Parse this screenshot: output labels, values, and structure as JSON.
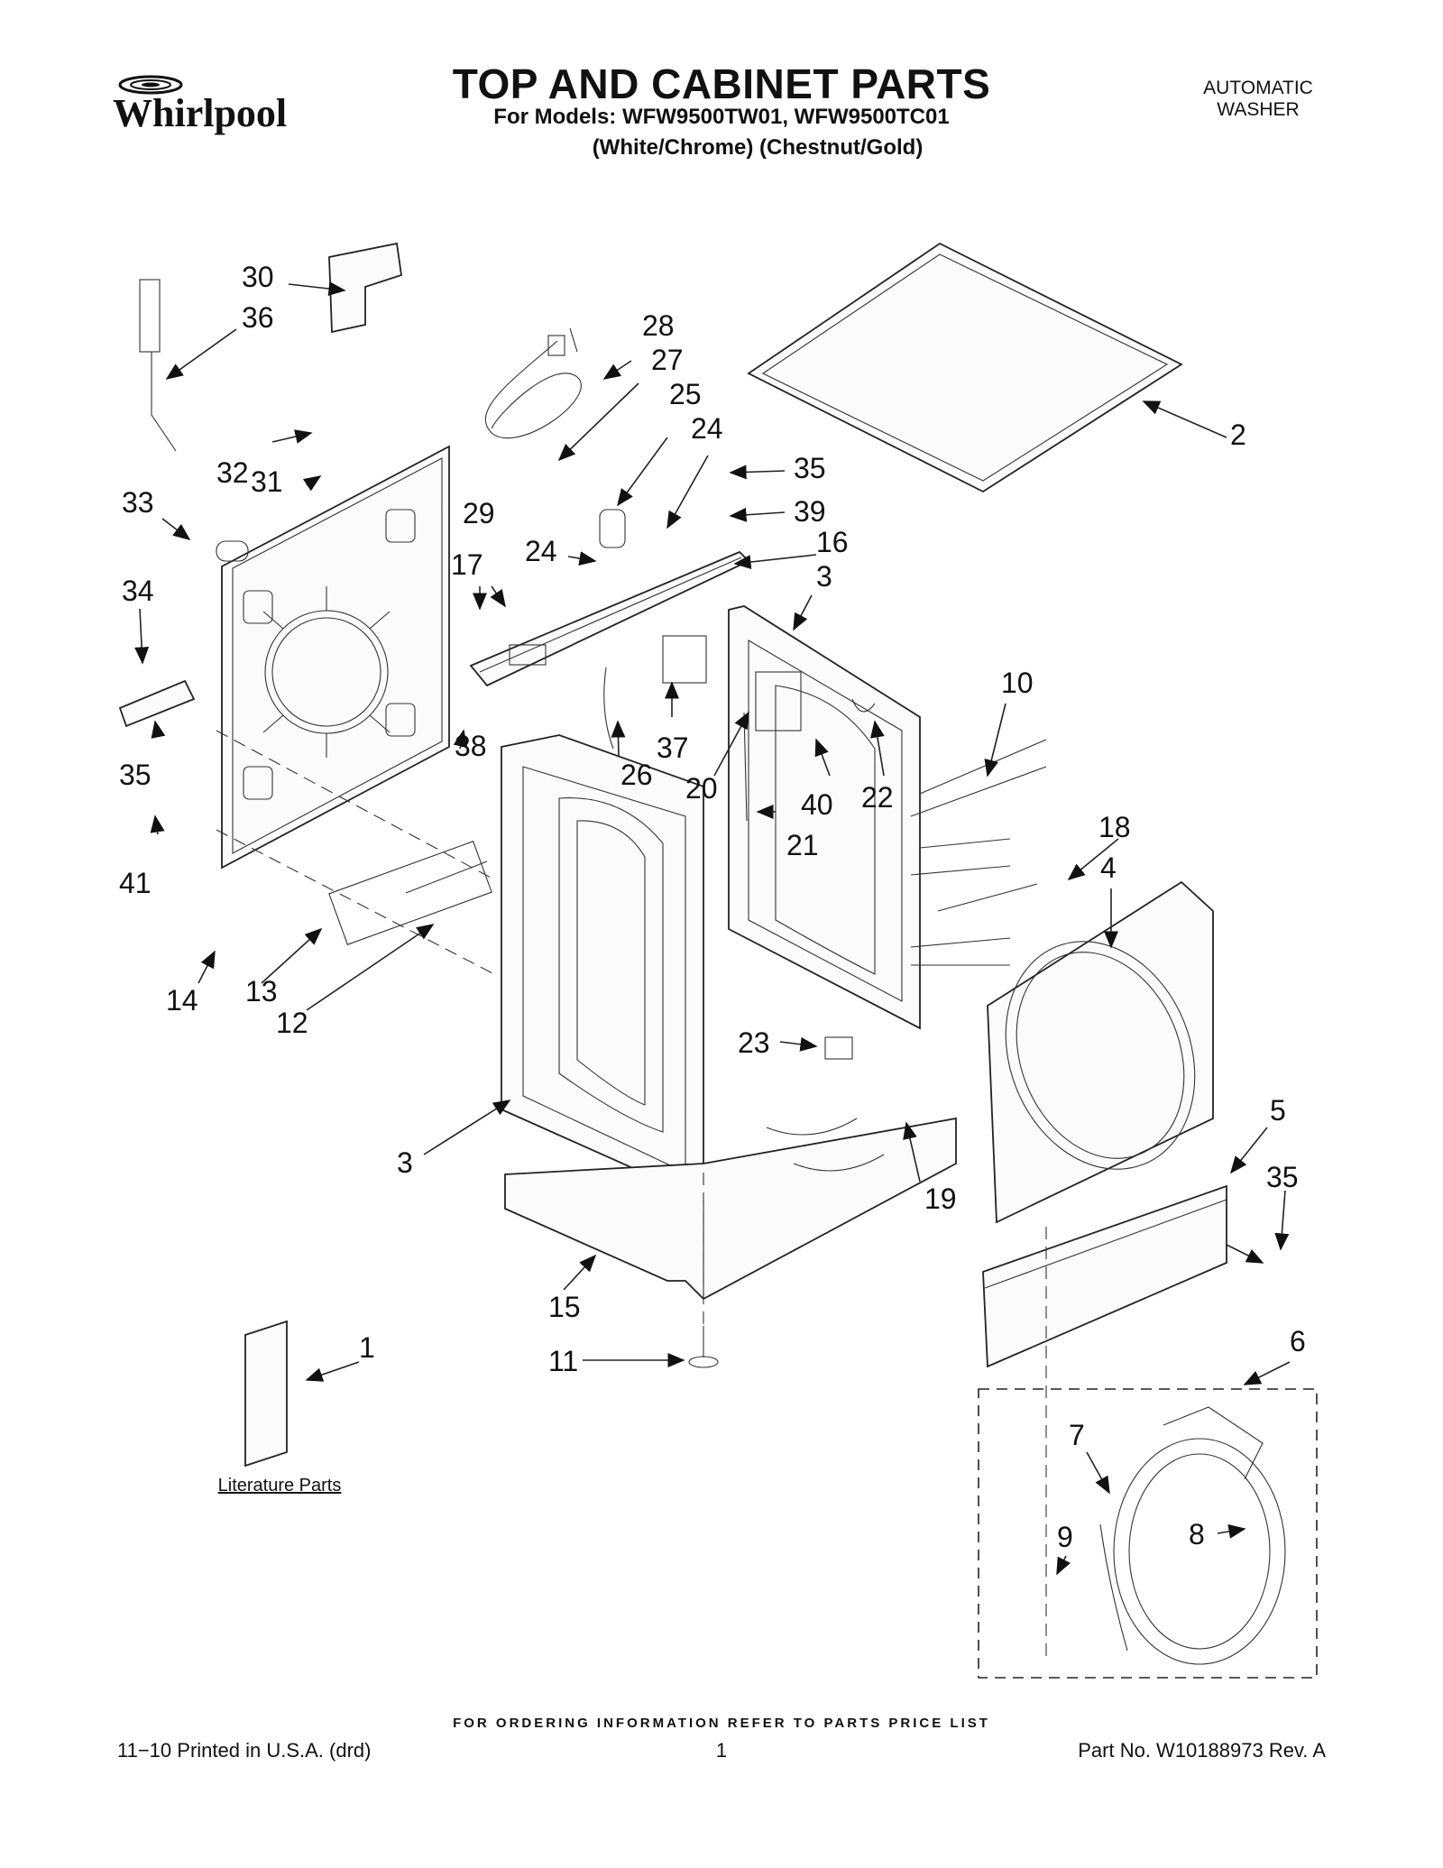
{
  "brand": "Whirlpool",
  "title": "TOP AND CABINET PARTS",
  "models_line": "For Models: WFW9500TW01, WFW9500TC01",
  "colors_line": "(White/Chrome) (Chestnut/Gold)",
  "appliance_line1": "AUTOMATIC",
  "appliance_line2": "WASHER",
  "literature_label": "Literature Parts",
  "callouts": {
    "c1": "1",
    "c2": "2",
    "c3a": "3",
    "c3b": "3",
    "c4": "4",
    "c5": "5",
    "c6": "6",
    "c7": "7",
    "c8": "8",
    "c9": "9",
    "c10": "10",
    "c11": "11",
    "c12": "12",
    "c13": "13",
    "c14": "14",
    "c15": "15",
    "c16": "16",
    "c17": "17",
    "c18": "18",
    "c19": "19",
    "c20": "20",
    "c21": "21",
    "c22": "22",
    "c23": "23",
    "c24a": "24",
    "c24b": "24",
    "c25": "25",
    "c26": "26",
    "c27": "27",
    "c28": "28",
    "c29": "29",
    "c30": "30",
    "c31": "31",
    "c32": "32",
    "c33": "33",
    "c34": "34",
    "c35a": "35",
    "c35b": "35",
    "c35c": "35",
    "c36": "36",
    "c37": "37",
    "c38": "38",
    "c39": "39",
    "c40": "40",
    "c41": "41"
  },
  "footer": {
    "ordering": "FOR ORDERING INFORMATION REFER TO PARTS PRICE LIST",
    "printed": "11−10 Printed in U.S.A. (drd)",
    "page": "1",
    "part_no": "Part No. W10188973 Rev. A"
  }
}
